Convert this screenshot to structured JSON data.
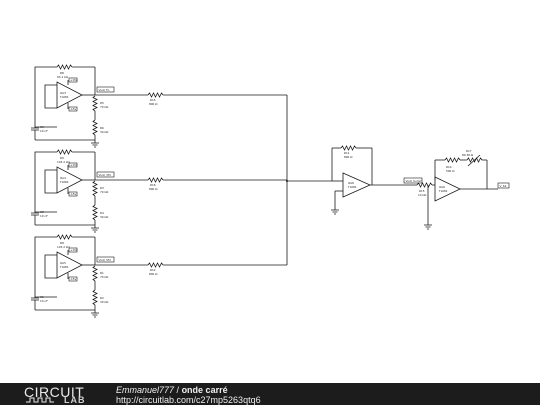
{
  "schematic": {
    "stages": [
      {
        "r_top": {
          "ref": "R8",
          "value": "93.1 kΩ"
        },
        "opamp": {
          "ref": "OA3",
          "model": "TL081"
        },
        "supply_pos": "+15v",
        "supply_neg": "-15v",
        "r_div_a": {
          "ref": "R5",
          "value": "70 kΩ"
        },
        "r_div_b": {
          "ref": "R6",
          "value": "30 kΩ"
        },
        "cap": {
          "ref": "C3",
          "value": "10 nF"
        },
        "net": "Vout_Fo",
        "r_sum": {
          "ref": "R15",
          "value": "800 Ω"
        }
      },
      {
        "r_top": {
          "ref": "R9",
          "value": "103.2 kΩ"
        },
        "opamp": {
          "ref": "OA4",
          "model": "TL081"
        },
        "supply_pos": "+15v",
        "supply_neg": "-15v",
        "r_div_a": {
          "ref": "R3",
          "value": "70 kΩ"
        },
        "r_div_b": {
          "ref": "R4",
          "value": "30 kΩ"
        },
        "cap": {
          "ref": "C2",
          "value": "10 nF"
        },
        "net": "Vout_3Fo",
        "r_sum": {
          "ref": "R16",
          "value": "800 Ω"
        }
      },
      {
        "r_top": {
          "ref": "R8",
          "value": "103.2 kΩ"
        },
        "opamp": {
          "ref": "OA5",
          "model": "TL081"
        },
        "supply_pos": "+15v",
        "supply_neg": "-15v",
        "r_div_a": {
          "ref": "R1",
          "value": "70 kΩ"
        },
        "r_div_b": {
          "ref": "R2",
          "value": "30 kΩ"
        },
        "cap": {
          "ref": "C1",
          "value": "10 nF"
        },
        "net": "Vout_5Fo",
        "r_sum": {
          "ref": "R12",
          "value": "800 Ω"
        }
      }
    ],
    "summer": {
      "r_fb": {
        "ref": "R11",
        "value": "800 Ω"
      },
      "opamp": {
        "ref": "OA6",
        "model": "TL081"
      },
      "net": "Vout_Summ"
    },
    "output": {
      "r_in": {
        "ref": "R15",
        "value": "10 kΩ"
      },
      "r_fb": {
        "ref": "R17",
        "value": "80.36 Ω"
      },
      "r_mid": {
        "ref": "R14",
        "value": "500 Ω"
      },
      "opamp": {
        "ref": "OA6",
        "model": "TL081"
      },
      "net": "V_S2"
    }
  },
  "footer": {
    "logo_text": "CIRCUIT",
    "logo_sub": "LAB",
    "author": "Emmanuel777",
    "separator": " / ",
    "project": "onde carré",
    "url": "http://circuitlab.com/c27mp5263qtq6"
  }
}
